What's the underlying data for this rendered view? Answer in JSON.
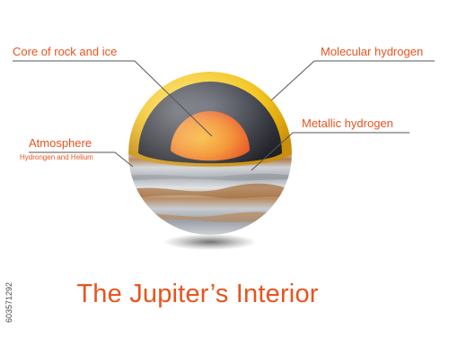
{
  "labels": {
    "core": "Core of rock and ice",
    "molecular": "Molecular hydrogen",
    "metallic": "Metallic hydrogen",
    "atmosphere": "Atmosphere",
    "atmosphere_sub": "Hydrongen and Helium"
  },
  "title": "The Jupiter’s Interior",
  "stock_id": "603571292",
  "colors": {
    "label_orange": "#e8541e",
    "rim_yellow": "#f2c21a",
    "mantle_dark": "#3a3c44",
    "core_orange": "#f08a1c",
    "core_red": "#e8431c",
    "band_brown": "#b88a5e",
    "band_grey": "#b4b8be",
    "leader_line": "#555555"
  }
}
